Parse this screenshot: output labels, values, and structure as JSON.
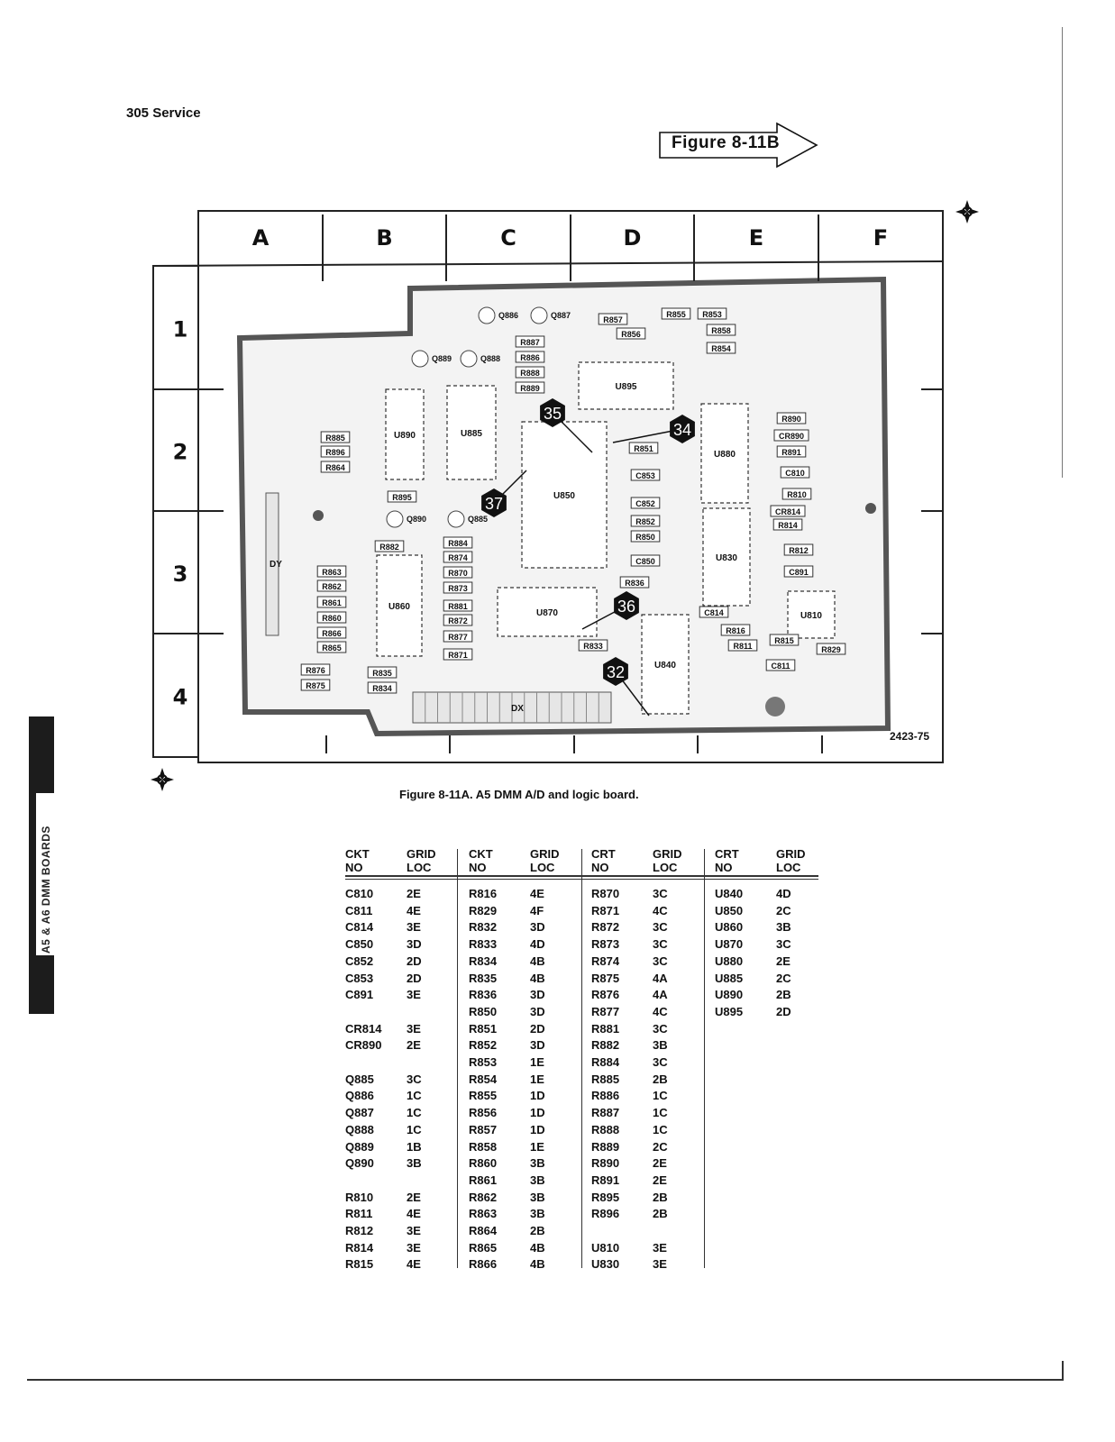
{
  "header": {
    "title": "305 Service"
  },
  "figure_ref": {
    "label": "Figure  8-11B"
  },
  "side_tab": {
    "label": "A5 & A6 DMM BOARDS"
  },
  "board": {
    "columns": [
      "A",
      "B",
      "C",
      "D",
      "E",
      "F"
    ],
    "rows": [
      "1",
      "2",
      "3",
      "4"
    ],
    "figure_number": "2423-75",
    "connectors": [
      "DY",
      "DX"
    ],
    "callouts": [
      "35",
      "34",
      "37",
      "36",
      "32"
    ],
    "ics": [
      "U895",
      "U890",
      "U885",
      "U850",
      "U880",
      "U830",
      "U860",
      "U870",
      "U840",
      "U810"
    ],
    "transistors": [
      "Q886",
      "Q887",
      "Q889",
      "Q888",
      "Q890",
      "Q885"
    ],
    "resistors": [
      "R857",
      "R855",
      "R853",
      "R856",
      "R858",
      "R854",
      "R887",
      "R886",
      "R888",
      "R889",
      "R890",
      "CR890",
      "R891",
      "R851",
      "C853",
      "C810",
      "R810",
      "C852",
      "R852",
      "R850",
      "C850",
      "R885",
      "R896",
      "R864",
      "R895",
      "R882",
      "R884",
      "R874",
      "R870",
      "R873",
      "R881",
      "R872",
      "R877",
      "R871",
      "R863",
      "R862",
      "R861",
      "R860",
      "R866",
      "R865",
      "R836",
      "R833",
      "CR814",
      "R814",
      "R812",
      "C891",
      "C814",
      "R816",
      "R811",
      "R815",
      "R829",
      "C811",
      "R876",
      "R875",
      "R835",
      "R834"
    ]
  },
  "caption": "Figure 8-11A.  A5 DMM A/D and logic board.",
  "table": {
    "headers": [
      {
        "no_line1": "CKT",
        "no_line2": "NO",
        "loc_line1": "GRID",
        "loc_line2": "LOC"
      },
      {
        "no_line1": "CKT",
        "no_line2": "NO",
        "loc_line1": "GRID",
        "loc_line2": "LOC"
      },
      {
        "no_line1": "CRT",
        "no_line2": "NO",
        "loc_line1": "GRID",
        "loc_line2": "LOC"
      },
      {
        "no_line1": "CRT",
        "no_line2": "NO",
        "loc_line1": "GRID",
        "loc_line2": "LOC"
      }
    ],
    "columns": [
      [
        {
          "ckt": "C810",
          "loc": "2E",
          "slot": 0
        },
        {
          "ckt": "C811",
          "loc": "4E",
          "slot": 1
        },
        {
          "ckt": "C814",
          "loc": "3E",
          "slot": 2
        },
        {
          "ckt": "C850",
          "loc": "3D",
          "slot": 3
        },
        {
          "ckt": "C852",
          "loc": "2D",
          "slot": 4
        },
        {
          "ckt": "C853",
          "loc": "2D",
          "slot": 5
        },
        {
          "ckt": "C891",
          "loc": "3E",
          "slot": 6
        },
        {
          "ckt": "CR814",
          "loc": "3E",
          "slot": 8
        },
        {
          "ckt": "CR890",
          "loc": "2E",
          "slot": 9
        },
        {
          "ckt": "Q885",
          "loc": "3C",
          "slot": 11
        },
        {
          "ckt": "Q886",
          "loc": "1C",
          "slot": 12
        },
        {
          "ckt": "Q887",
          "loc": "1C",
          "slot": 13
        },
        {
          "ckt": "Q888",
          "loc": "1C",
          "slot": 14
        },
        {
          "ckt": "Q889",
          "loc": "1B",
          "slot": 15
        },
        {
          "ckt": "Q890",
          "loc": "3B",
          "slot": 16
        },
        {
          "ckt": "R810",
          "loc": "2E",
          "slot": 18
        },
        {
          "ckt": "R811",
          "loc": "4E",
          "slot": 19
        },
        {
          "ckt": "R812",
          "loc": "3E",
          "slot": 20
        },
        {
          "ckt": "R814",
          "loc": "3E",
          "slot": 21
        },
        {
          "ckt": "R815",
          "loc": "4E",
          "slot": 22
        }
      ],
      [
        {
          "ckt": "R816",
          "loc": "4E",
          "slot": 0
        },
        {
          "ckt": "R829",
          "loc": "4F",
          "slot": 1
        },
        {
          "ckt": "R832",
          "loc": "3D",
          "slot": 2
        },
        {
          "ckt": "R833",
          "loc": "4D",
          "slot": 3
        },
        {
          "ckt": "R834",
          "loc": "4B",
          "slot": 4
        },
        {
          "ckt": "R835",
          "loc": "4B",
          "slot": 5
        },
        {
          "ckt": "R836",
          "loc": "3D",
          "slot": 6
        },
        {
          "ckt": "R850",
          "loc": "3D",
          "slot": 7
        },
        {
          "ckt": "R851",
          "loc": "2D",
          "slot": 8
        },
        {
          "ckt": "R852",
          "loc": "3D",
          "slot": 9
        },
        {
          "ckt": "R853",
          "loc": "1E",
          "slot": 10
        },
        {
          "ckt": "R854",
          "loc": "1E",
          "slot": 11
        },
        {
          "ckt": "R855",
          "loc": "1D",
          "slot": 12
        },
        {
          "ckt": "R856",
          "loc": "1D",
          "slot": 13
        },
        {
          "ckt": "R857",
          "loc": "1D",
          "slot": 14
        },
        {
          "ckt": "R858",
          "loc": "1E",
          "slot": 15
        },
        {
          "ckt": "R860",
          "loc": "3B",
          "slot": 16
        },
        {
          "ckt": "R861",
          "loc": "3B",
          "slot": 17
        },
        {
          "ckt": "R862",
          "loc": "3B",
          "slot": 18
        },
        {
          "ckt": "R863",
          "loc": "3B",
          "slot": 19
        },
        {
          "ckt": "R864",
          "loc": "2B",
          "slot": 20
        },
        {
          "ckt": "R865",
          "loc": "4B",
          "slot": 21
        },
        {
          "ckt": "R866",
          "loc": "4B",
          "slot": 22
        }
      ],
      [
        {
          "ckt": "R870",
          "loc": "3C",
          "slot": 0
        },
        {
          "ckt": "R871",
          "loc": "4C",
          "slot": 1
        },
        {
          "ckt": "R872",
          "loc": "3C",
          "slot": 2
        },
        {
          "ckt": "R873",
          "loc": "3C",
          "slot": 3
        },
        {
          "ckt": "R874",
          "loc": "3C",
          "slot": 4
        },
        {
          "ckt": "R875",
          "loc": "4A",
          "slot": 5
        },
        {
          "ckt": "R876",
          "loc": "4A",
          "slot": 6
        },
        {
          "ckt": "R877",
          "loc": "4C",
          "slot": 7
        },
        {
          "ckt": "R881",
          "loc": "3C",
          "slot": 8
        },
        {
          "ckt": "R882",
          "loc": "3B",
          "slot": 9
        },
        {
          "ckt": "R884",
          "loc": "3C",
          "slot": 10
        },
        {
          "ckt": "R885",
          "loc": "2B",
          "slot": 11
        },
        {
          "ckt": "R886",
          "loc": "1C",
          "slot": 12
        },
        {
          "ckt": "R887",
          "loc": "1C",
          "slot": 13
        },
        {
          "ckt": "R888",
          "loc": "1C",
          "slot": 14
        },
        {
          "ckt": "R889",
          "loc": "2C",
          "slot": 15
        },
        {
          "ckt": "R890",
          "loc": "2E",
          "slot": 16
        },
        {
          "ckt": "R891",
          "loc": "2E",
          "slot": 17
        },
        {
          "ckt": "R895",
          "loc": "2B",
          "slot": 18
        },
        {
          "ckt": "R896",
          "loc": "2B",
          "slot": 19
        },
        {
          "ckt": "U810",
          "loc": "3E",
          "slot": 21
        },
        {
          "ckt": "U830",
          "loc": "3E",
          "slot": 22
        }
      ],
      [
        {
          "ckt": "U840",
          "loc": "4D",
          "slot": 0
        },
        {
          "ckt": "U850",
          "loc": "2C",
          "slot": 1
        },
        {
          "ckt": "U860",
          "loc": "3B",
          "slot": 2
        },
        {
          "ckt": "U870",
          "loc": "3C",
          "slot": 3
        },
        {
          "ckt": "U880",
          "loc": "2E",
          "slot": 4
        },
        {
          "ckt": "U885",
          "loc": "2C",
          "slot": 5
        },
        {
          "ckt": "U890",
          "loc": "2B",
          "slot": 6
        },
        {
          "ckt": "U895",
          "loc": "2D",
          "slot": 7
        }
      ]
    ]
  }
}
